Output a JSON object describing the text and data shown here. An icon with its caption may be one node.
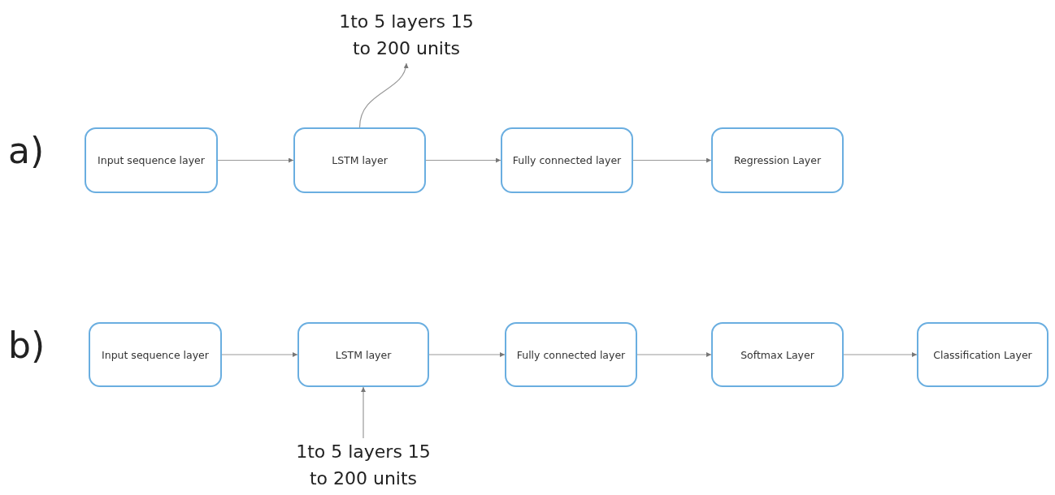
{
  "diagram": {
    "nodes": [
      {
        "text": [
          "1to 5 layers 15 to 200 units"
        ]
      },
      {
        "text": [
          "Input sequence layer"
        ]
      },
      {
        "text": [
          "LSTM layer"
        ]
      },
      {
        "text": [
          "Fully connected layer"
        ]
      },
      {
        "text": [
          "Regression Layer"
        ]
      },
      {
        "text": [
          "Input sequence layer"
        ]
      },
      {
        "text": [
          "LSTM layer"
        ]
      },
      {
        "text": [
          "Fully connected layer"
        ]
      },
      {
        "text": [
          "Softmax Layer"
        ]
      },
      {
        "text": [
          "Classification Layer"
        ]
      },
      {
        "text": [
          "1to 5 layers 15 to 200 units"
        ]
      }
    ],
    "edges": [
      {
        "from": 2,
        "to": 0,
        "arrow": "to"
      },
      {
        "from": 1,
        "to": 2,
        "arrow": "to"
      },
      {
        "from": 2,
        "to": 3,
        "arrow": "to"
      },
      {
        "from": 3,
        "to": 4,
        "arrow": "to"
      },
      {
        "from": 5,
        "to": 6,
        "arrow": "to"
      },
      {
        "from": 6,
        "to": 7,
        "arrow": "to"
      },
      {
        "from": 7,
        "to": 8,
        "arrow": "to"
      },
      {
        "from": 8,
        "to": 9,
        "arrow": "to"
      },
      {
        "from": 10,
        "to": 6,
        "arrow": "to"
      }
    ],
    "labels": [
      "a)",
      "b)"
    ]
  }
}
